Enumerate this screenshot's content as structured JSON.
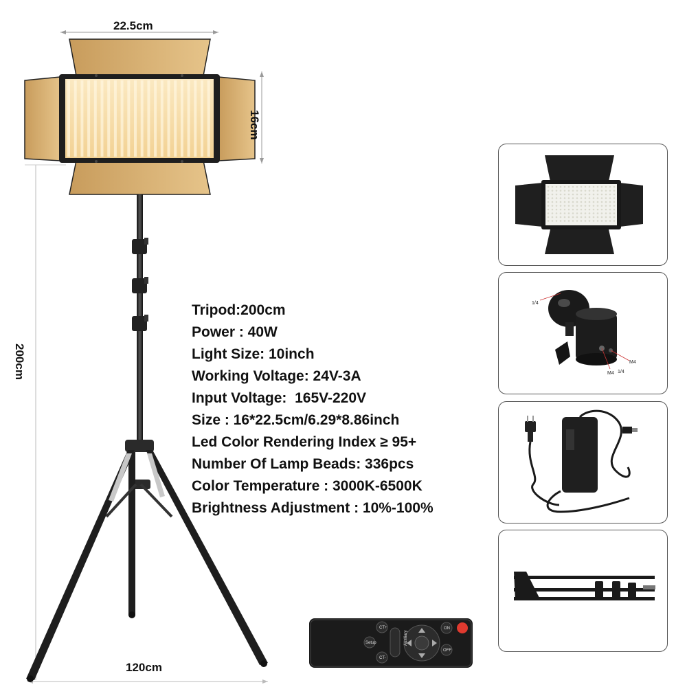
{
  "dimensions": {
    "width_label": "22.5cm",
    "height_label": "16cm",
    "tripod_height_label": "200cm",
    "base_label": "120cm"
  },
  "specs": [
    "Tripod:200cm",
    "Power : 40W",
    "Light Size: 10inch",
    "Working Voltage: 24V-3A",
    "Input Voltage:  165V-220V",
    "Size : 16*22.5cm/6.29*8.86inch",
    "Led Color Rendering Index ≥ 95+",
    "Number Of Lamp Beads: 336pcs",
    "Color Temperature : 3000K-6500K",
    "Brightness Adjustment : 10%-100%"
  ],
  "accessories": {
    "ball_head": {
      "top_label": "1/4",
      "bottom_label_1": "M4",
      "bottom_label_2": "1/4",
      "bottom_label_3": "M4"
    }
  },
  "remote": {
    "buttons": [
      "CT+",
      "Auxiliary",
      "ON",
      "Setup",
      "CT-",
      "OFF"
    ]
  },
  "colors": {
    "panel_warm": "#f6dca6",
    "barn_door_inner": "#d6b27a",
    "frame_dark": "#222222",
    "remote_red": "#e03a2f"
  }
}
